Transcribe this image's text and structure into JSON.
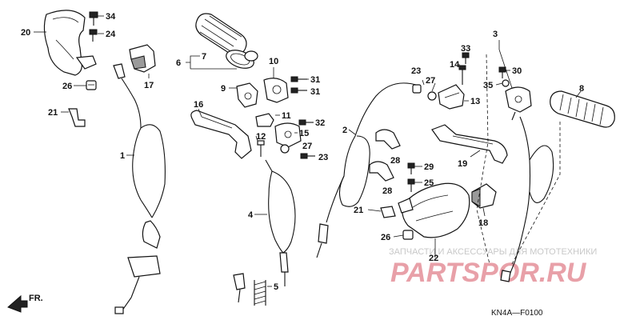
{
  "diagram_code": "KN4A—F0100",
  "front_marker": "FR.",
  "watermark": {
    "line1": "ЗАПЧАСТИ И АКСЕССУАРЫ ДЛЯ МОТОТЕХНИКИ",
    "line2": "PARTSPOR.RU"
  },
  "labels": {
    "p1": "1",
    "p2": "2",
    "p3": "3",
    "p4": "4",
    "p5": "5",
    "p6": "6",
    "p7": "7",
    "p8": "8",
    "p9": "9",
    "p10": "10",
    "p11": "11",
    "p12": "12",
    "p13": "13",
    "p14": "14",
    "p15": "15",
    "p16": "16",
    "p17": "17",
    "p18": "18",
    "p19": "19",
    "p20": "20",
    "p21a": "21",
    "p21b": "21",
    "p22": "22",
    "p23a": "23",
    "p23b": "23",
    "p24": "24",
    "p25": "25",
    "p26a": "26",
    "p26b": "26",
    "p27a": "27",
    "p27b": "27",
    "p28a": "28",
    "p28b": "28",
    "p29": "29",
    "p30": "30",
    "p31a": "31",
    "p31b": "31",
    "p32": "32",
    "p33": "33",
    "p34": "34",
    "p35": "35"
  }
}
